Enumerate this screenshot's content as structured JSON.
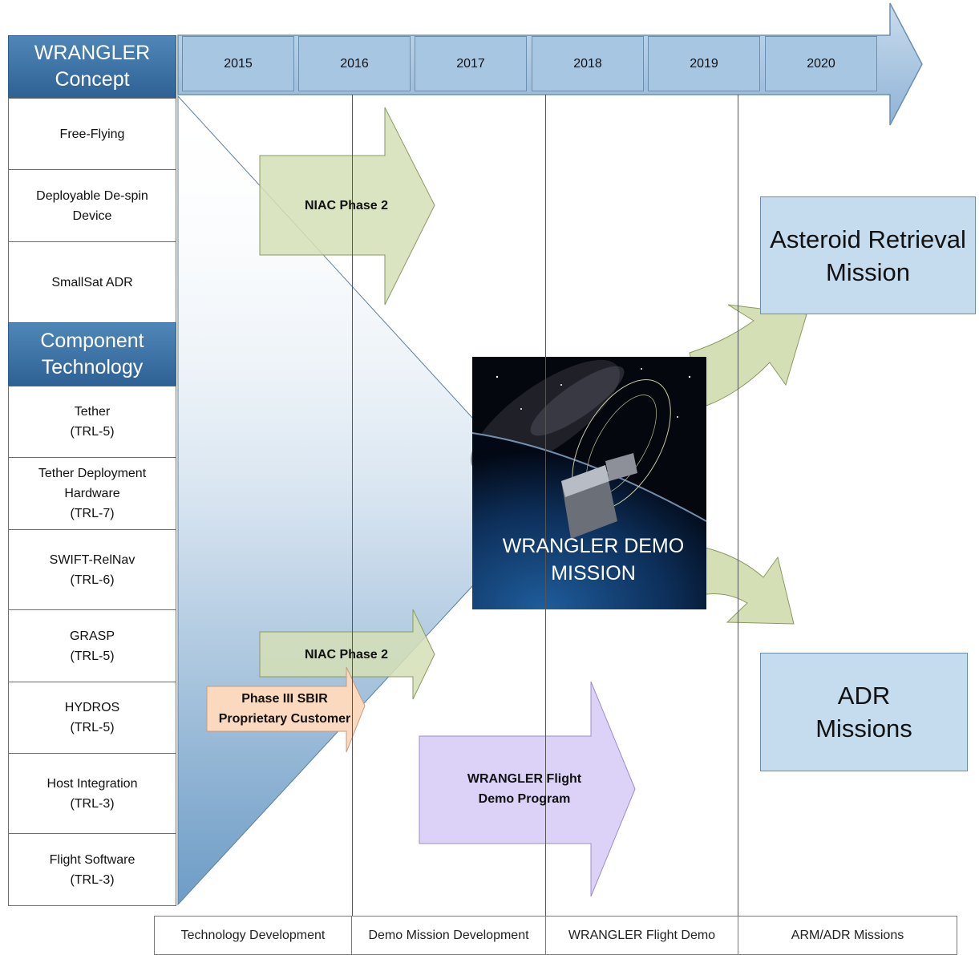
{
  "timeline": {
    "years": [
      "2015",
      "2016",
      "2017",
      "2018",
      "2019",
      "2020"
    ]
  },
  "left_column": {
    "concept_header": "WRANGLER\nConcept",
    "concept_items": [
      "Free-Flying",
      "Deployable De-spin\nDevice",
      "SmallSat ADR"
    ],
    "component_header": "Component\nTechnology",
    "component_items": [
      "Tether\n(TRL-5)",
      "Tether Deployment\nHardware\n(TRL-7)",
      "SWIFT-RelNav\n(TRL-6)",
      "GRASP\n(TRL-5)",
      "HYDROS\n(TRL-5)",
      "Host Integration\n(TRL-3)",
      "Flight Software\n(TRL-3)"
    ]
  },
  "arrows": {
    "niac_top": "NIAC Phase 2",
    "niac_bottom": "NIAC Phase 2",
    "sbir": "Phase III SBIR\nProprietary Customer",
    "flight_demo_program": "WRANGLER Flight\nDemo Program"
  },
  "demo_mission": {
    "label": "WRANGLER DEMO\nMISSION"
  },
  "missions": {
    "asteroid": "Asteroid Retrieval\nMission",
    "adr": "ADR\nMissions"
  },
  "phases": [
    "Technology Development",
    "Demo Mission Development",
    "WRANGLER Flight Demo",
    "ARM/ADR Missions"
  ],
  "colors": {
    "header_blue": "#2f6294",
    "timeline_blue": "#a7c6e2",
    "green_arrow": "#d5dfb6",
    "sbir_orange": "#fbd9bf",
    "purple_arrow": "#dcd2f8",
    "mission_box": "#c5dcee"
  }
}
